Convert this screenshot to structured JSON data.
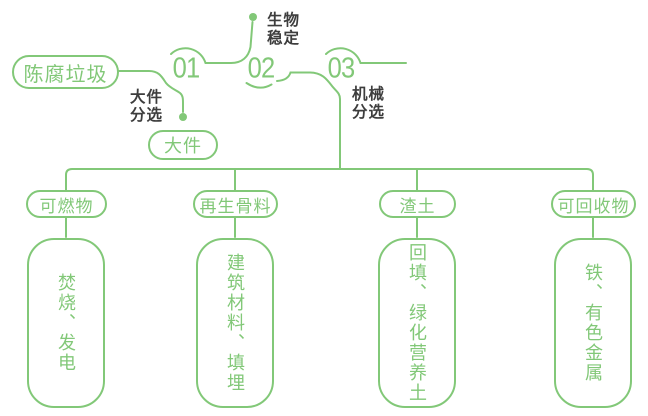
{
  "colors": {
    "accent_green": "#82c878",
    "dark_text": "#3d3d3d",
    "background": "#ffffff"
  },
  "diagram": {
    "source": {
      "label": "陈腐垃圾"
    },
    "steps": [
      {
        "number": "01",
        "branch_label": "大件\n分选",
        "branch_output": "大件"
      },
      {
        "number": "02",
        "branch_label": "生物\n稳定"
      },
      {
        "number": "03",
        "branch_label": "机械\n分选"
      }
    ],
    "outputs": [
      {
        "category": "可燃物",
        "disposal": "焚烧、发电"
      },
      {
        "category": "再生骨料",
        "disposal": "建筑材料、填埋"
      },
      {
        "category": "渣土",
        "disposal": "回填、绿化营养土"
      },
      {
        "category": "可回收物",
        "disposal": "铁、有色金属"
      }
    ]
  }
}
